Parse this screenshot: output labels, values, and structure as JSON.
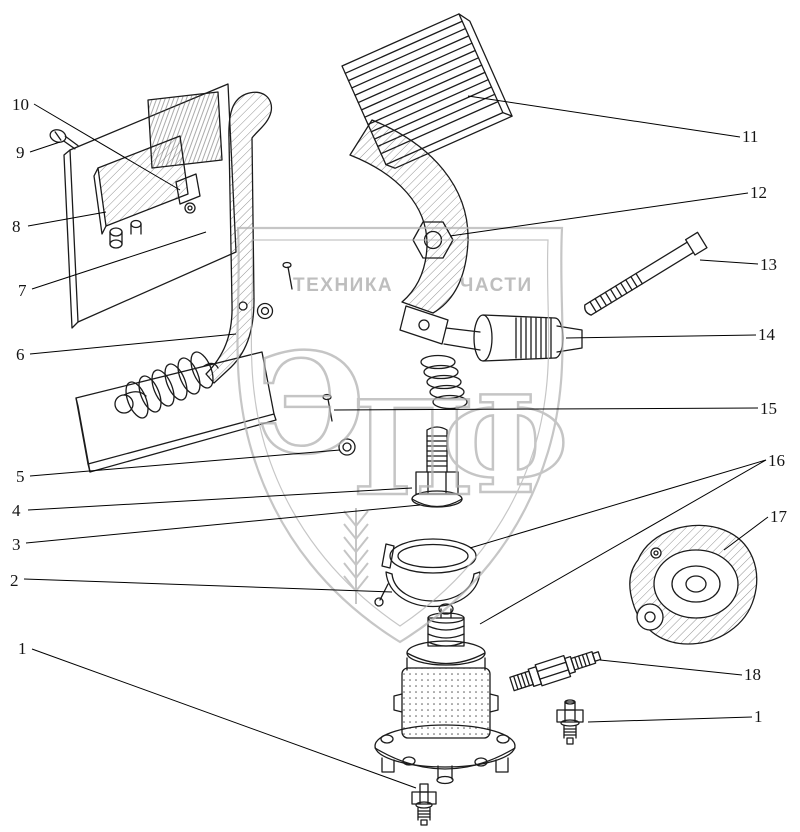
{
  "diagram": {
    "type": "exploded-parts-diagram",
    "ink_color": "#1b1b1b",
    "watermark_color": "#b2b2b2",
    "watermark": {
      "band_left": "ТЕХНИКА",
      "band_right": "ЧАСТИ",
      "letters": [
        {
          "ch": "Э"
        },
        {
          "ch": "П"
        },
        {
          "ch": "Ф"
        }
      ]
    },
    "callouts": [
      {
        "label": "10"
      },
      {
        "label": "9"
      },
      {
        "label": "8"
      },
      {
        "label": "7"
      },
      {
        "label": "6"
      },
      {
        "label": "5"
      },
      {
        "label": "4"
      },
      {
        "label": "3"
      },
      {
        "label": "2"
      },
      {
        "label": "1"
      },
      {
        "label": "11"
      },
      {
        "label": "12"
      },
      {
        "label": "13"
      },
      {
        "label": "14"
      },
      {
        "label": "15"
      },
      {
        "label": "16"
      },
      {
        "label": "17"
      },
      {
        "label": "18"
      },
      {
        "label": "1"
      }
    ]
  }
}
